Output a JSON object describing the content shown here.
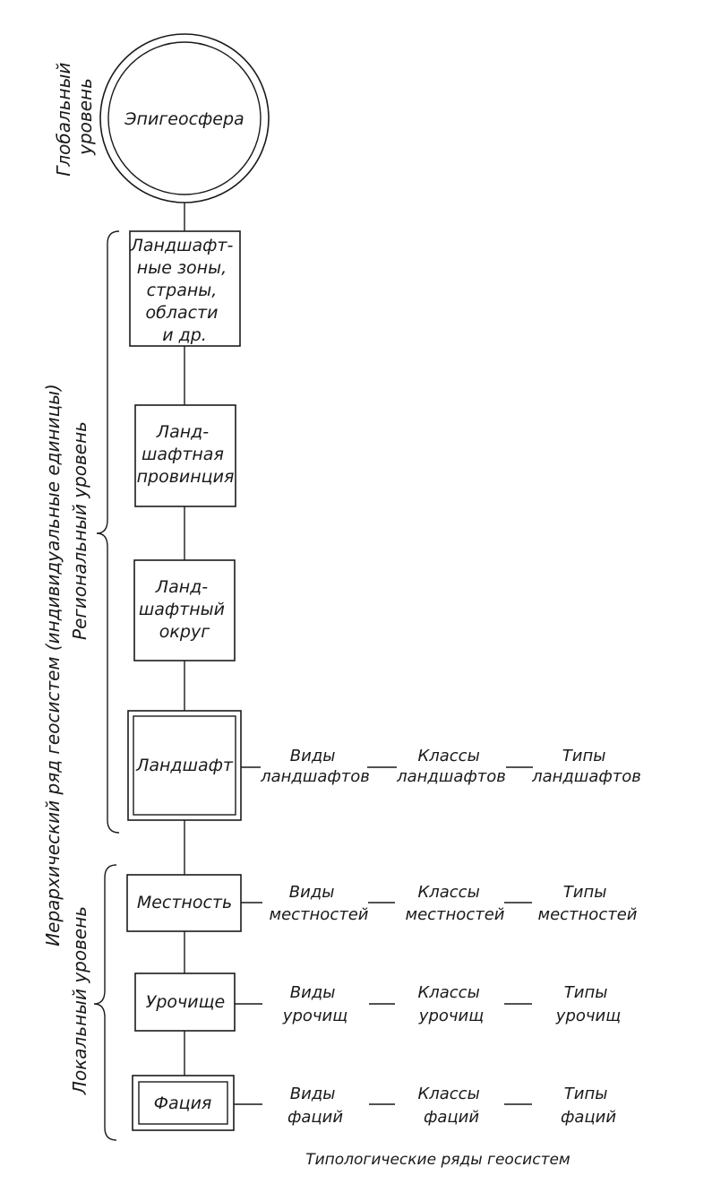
{
  "levels": {
    "global": [
      "Глобальный",
      "уровень"
    ],
    "hierarchy": "Иерархический ряд геосистем (индивидуальные единицы)",
    "regional": "Региональный уровень",
    "local": "Локальный уровень"
  },
  "nodes": {
    "epigeosphere": [
      "Эпигеосфера"
    ],
    "zones": [
      "Ландшафт-",
      "ные зоны,",
      "страны,",
      "области",
      "и др."
    ],
    "province": [
      "Ланд-",
      "шафтная",
      "провинция"
    ],
    "okrug": [
      "Ланд-",
      "шафтный",
      "округ"
    ],
    "landscape": [
      "Ландшафт"
    ],
    "mestnost": [
      "Местность"
    ],
    "urochishche": [
      "Урочище"
    ],
    "facia": [
      "Фация"
    ]
  },
  "typology": {
    "landscape": [
      [
        "Виды",
        "ландшафтов"
      ],
      [
        "Классы",
        "ландшафтов"
      ],
      [
        "Типы",
        "ландшафтов"
      ]
    ],
    "mestnost": [
      [
        "Виды",
        "местностей"
      ],
      [
        "Классы",
        "местностей"
      ],
      [
        "Типы",
        "местностей"
      ]
    ],
    "urochishche": [
      [
        "Виды",
        "урочищ"
      ],
      [
        "Классы",
        "урочищ"
      ],
      [
        "Типы",
        "урочищ"
      ]
    ],
    "facia": [
      [
        "Виды",
        "фаций"
      ],
      [
        "Классы",
        "фаций"
      ],
      [
        "Типы",
        "фаций"
      ]
    ]
  },
  "caption": "Типологические ряды геосистем"
}
